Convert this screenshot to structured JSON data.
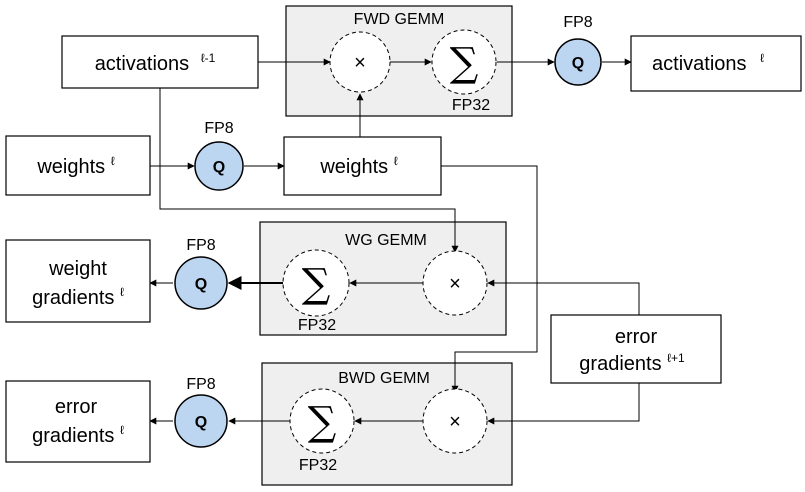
{
  "nodes": {
    "activations_prev": {
      "label": "activations",
      "sup": "ℓ-1"
    },
    "activations_out": {
      "label": "activations",
      "sup": "ℓ"
    },
    "weights_in": {
      "label": "weights",
      "sup": "ℓ"
    },
    "weights_q": {
      "label": "weights",
      "sup": "ℓ"
    },
    "weight_gradients": {
      "line1": "weight",
      "line2": "gradients",
      "sup": "ℓ"
    },
    "error_gradients_in": {
      "line1": "error",
      "line2": "gradients",
      "sup": "ℓ+1"
    },
    "error_gradients_out": {
      "line1": "error",
      "line2": "gradients",
      "sup": "ℓ"
    }
  },
  "gemm": {
    "fwd": "FWD GEMM",
    "wg": "WG GEMM",
    "bwd": "BWD GEMM"
  },
  "ops": {
    "multiply": "×",
    "sum": "∑",
    "quantize": "Q"
  },
  "precision": {
    "fp8": "FP8",
    "fp32": "FP32"
  },
  "colors": {
    "quantizer_fill": "#bcd5f1",
    "gemm_fill": "#efefef"
  }
}
